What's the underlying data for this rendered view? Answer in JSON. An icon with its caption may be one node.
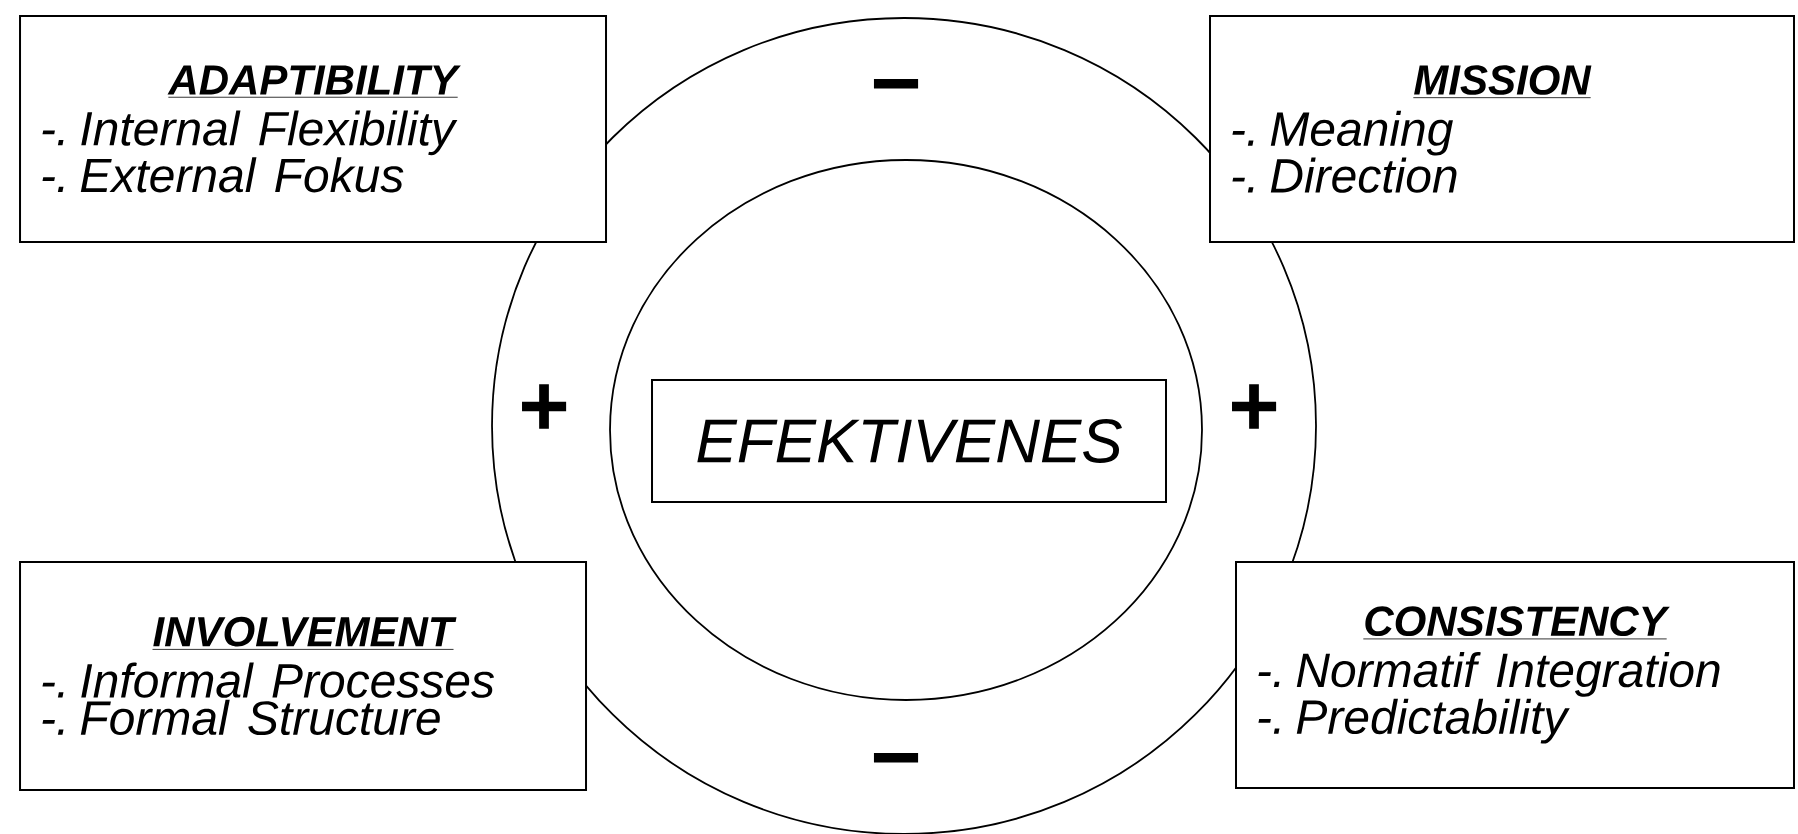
{
  "diagram": {
    "nodes": [
      {
        "text": [],
        "shape": "circle"
      },
      {
        "text": [],
        "shape": "circle",
        "in": 0
      },
      {
        "text": [
          "EFEKTIVENES"
        ],
        "in": 1
      },
      {
        "text": [
          "ADAPTIBILITY",
          "-. Internal Flexibility",
          "-. External Fokus"
        ]
      },
      {
        "text": [
          "MISSION",
          "-. Meaning",
          "-. Direction"
        ]
      },
      {
        "text": [
          "INVOLVEMENT",
          "-. Informal Processes",
          "-. Formal Structure"
        ]
      },
      {
        "text": [
          "CONSISTENCY",
          "-. Normatif Integration",
          "-. Predictability"
        ]
      }
    ],
    "edges": [],
    "labels": [
      "−",
      "+",
      "+",
      "−"
    ]
  }
}
